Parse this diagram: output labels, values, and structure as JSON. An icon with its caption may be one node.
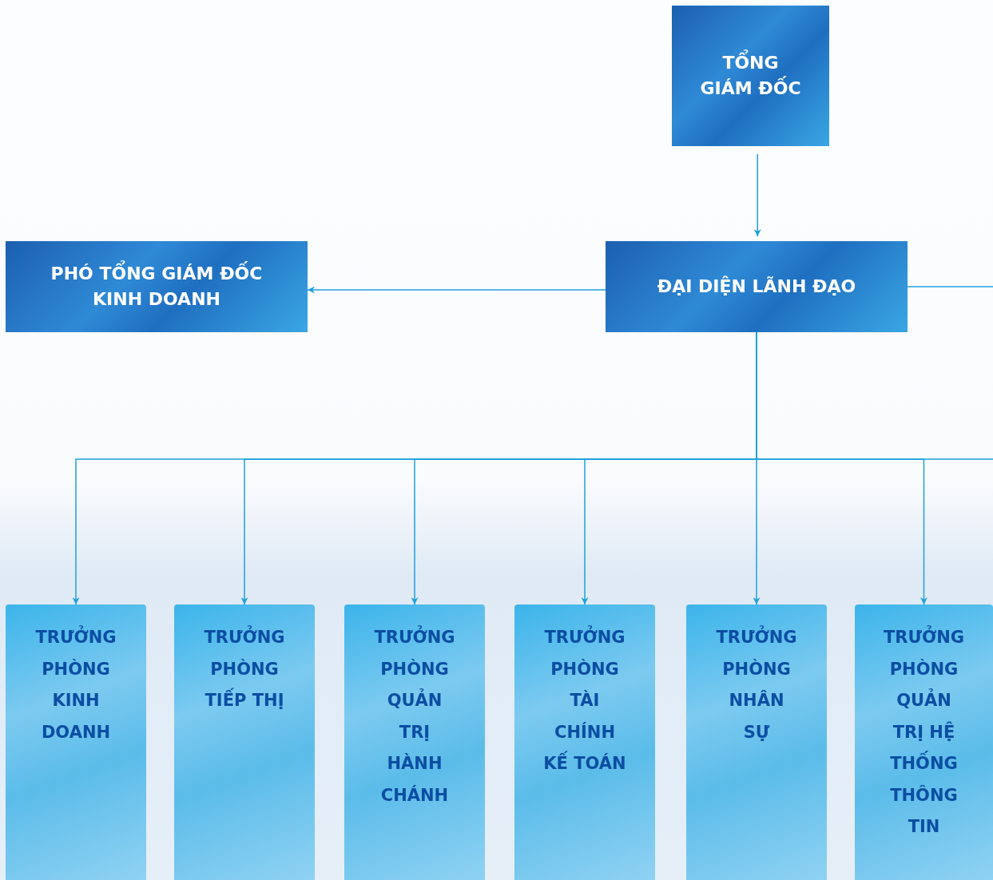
{
  "diagram": {
    "nodes": [
      {
        "text": [
          "TỔNG GIÁM ĐỐC"
        ]
      },
      {
        "text": [
          "PHÓ TỔNG GIÁM ĐỐC KINH DOANH"
        ]
      },
      {
        "text": [
          "ĐẠI DIỆN LÃNH ĐẠO"
        ]
      },
      {
        "text": [
          "TRƯỞNG PHÒNG KINH DOANH"
        ]
      },
      {
        "text": [
          "TRƯỞNG PHÒNG TIẾP THỊ"
        ]
      },
      {
        "text": [
          "TRƯỞNG PHÒNG QUẢN TRỊ HÀNH CHÁNH"
        ]
      },
      {
        "text": [
          "TRƯỞNG PHÒNG TÀI CHÍNH KẾ TOÁN"
        ]
      },
      {
        "text": [
          "TRƯỞNG PHÒNG NHÂN SỰ"
        ]
      },
      {
        "text": [
          "TRƯỞNG PHÒNG QUẢN TRỊ HỆ THỐNG THÔNG TIN"
        ]
      }
    ],
    "edges": [
      {
        "from": 0,
        "to": 2,
        "arrow": "to"
      },
      {
        "from": 2,
        "to": 1,
        "arrow": "to"
      },
      {
        "from": 2,
        "to": null,
        "arrow": "none"
      },
      {
        "from": 2,
        "to": 3,
        "arrow": "to"
      },
      {
        "from": 2,
        "to": 4,
        "arrow": "to"
      },
      {
        "from": 2,
        "to": 5,
        "arrow": "to"
      },
      {
        "from": 2,
        "to": 6,
        "arrow": "to"
      },
      {
        "from": 2,
        "to": 7,
        "arrow": "to"
      },
      {
        "from": 2,
        "to": 8,
        "arrow": "to"
      },
      {
        "from": 2,
        "to": null,
        "arrow": "none"
      }
    ]
  }
}
